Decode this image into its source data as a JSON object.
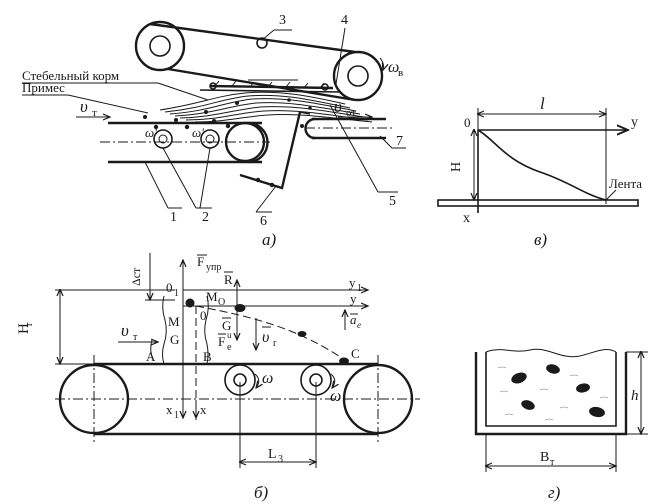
{
  "panels": {
    "a": "а)",
    "b": "б)",
    "v": "в)",
    "g": "г)"
  },
  "panel_a": {
    "label_stem": "Стебельный корм",
    "label_impurity": "Примес",
    "v_t": "υ",
    "v_t_sub": "т",
    "v_ot": "υ",
    "v_ot_sub": "от",
    "omega_b": "ω",
    "omega_b_sub": "в",
    "omega1": "ω'",
    "omega2": "ω'",
    "n1": "1",
    "n2": "2",
    "n3": "3",
    "n4": "4",
    "n5": "5",
    "n6": "6",
    "n7": "7"
  },
  "panel_v": {
    "l": "l",
    "zero": "0",
    "y": "y",
    "H": "H",
    "x": "x",
    "lenta": "Лента"
  },
  "panel_b": {
    "F_upr": "F",
    "F_upr_sub": "упр",
    "R": "R",
    "delta_st": "Δст",
    "zero1": "0",
    "zero1_sub": "1",
    "M0": "M",
    "M0_sub": "O",
    "y1": "y",
    "y1_sub": "1",
    "y": "y",
    "H_t": "H",
    "H_t_sub": "т",
    "M": "M",
    "zero": "0",
    "G_bar": "G",
    "G": "G",
    "v_t": "υ",
    "v_t_sub": "т",
    "v_r": "υ",
    "v_r_sub": "r",
    "a_e": "a",
    "a_e_sub": "e",
    "F_e": "F",
    "F_e_sub": "e",
    "F_e_sup": "u",
    "A": "A",
    "B": "B",
    "C": "C",
    "omega1": "ω",
    "omega2": "ω",
    "x1": "x",
    "x1_sub": "1",
    "x": "x",
    "L3": "L",
    "L3_sub": "3"
  },
  "panel_g": {
    "h": "h",
    "B_t": "B",
    "B_t_sub": "т"
  }
}
